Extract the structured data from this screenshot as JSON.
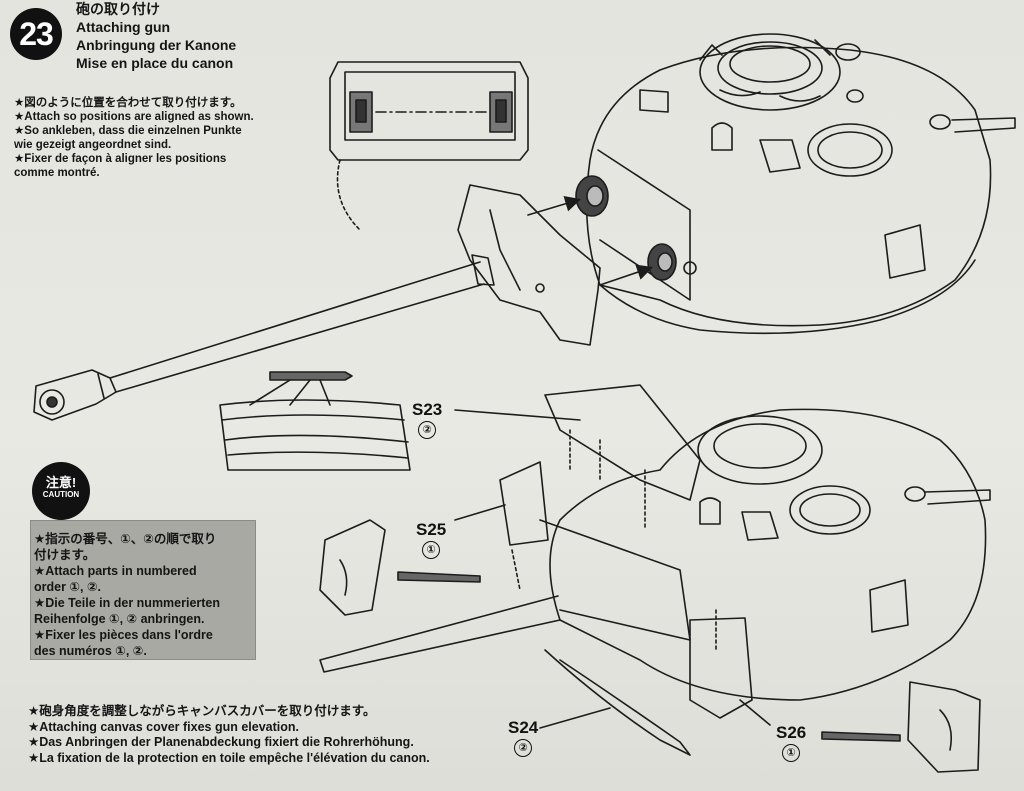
{
  "step": {
    "number": "23",
    "title_jp": "砲の取り付け",
    "title_en": "Attaching gun",
    "title_de": "Anbringung der Kanone",
    "title_fr": "Mise en place du canon"
  },
  "instructions": [
    "★図のように位置を合わせて取り付けます。",
    "★Attach so positions are aligned as shown.",
    "★So ankleben, dass die einzelnen Punkte",
    "wie gezeigt angeordnet sind.",
    "★Fixer de façon à aligner les positions",
    "comme montré."
  ],
  "caution": {
    "badge_jp": "注意!",
    "badge_en": "CAUTION",
    "lines": [
      "★指示の番号、①、②の順で取り",
      "付けます。",
      "★Attach parts in numbered",
      "order ①, ②.",
      "★Die Teile in der nummerierten",
      "Reihenfolge ①, ② anbringen.",
      "★Fixer les pièces dans l'ordre",
      "des numéros ①, ②."
    ]
  },
  "bottom_note": [
    "★砲身角度を調整しながらキャンバスカバーを取り付けます。",
    "★Attaching canvas cover fixes gun elevation.",
    "★Das Anbringen der Planenabdeckung fixiert die Rohrerhöhung.",
    "★La fixation de la protection en toile empêche l'élévation du canon."
  ],
  "parts": {
    "s23": {
      "code": "S23",
      "order": "②"
    },
    "s25": {
      "code": "S25",
      "order": "①"
    },
    "s24": {
      "code": "S24",
      "order": "②"
    },
    "s26": {
      "code": "S26",
      "order": "①"
    }
  },
  "colors": {
    "paper": "#e6e6e1",
    "ink": "#151515",
    "caution_box": "#a9a9a3"
  }
}
